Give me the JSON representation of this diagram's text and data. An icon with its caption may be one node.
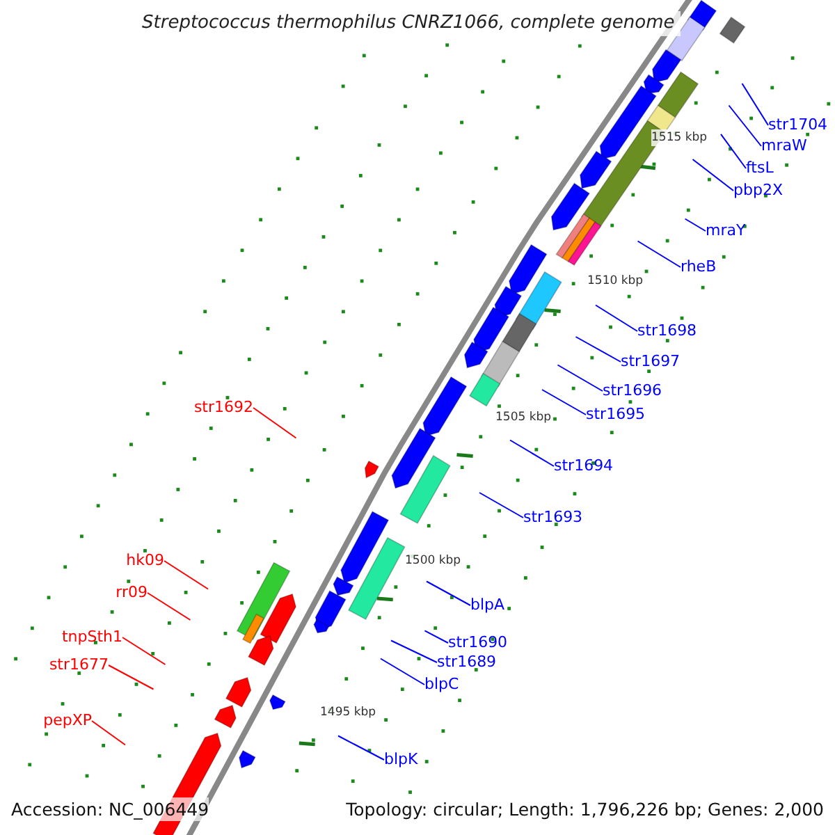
{
  "diagram": {
    "title": "Streptococcus thermophilus CNRZ1066, complete genome",
    "nodes": [
      {
        "text": [
          "str1704"
        ]
      },
      {
        "text": [
          "mraW"
        ]
      },
      {
        "text": [
          "ftsL"
        ]
      },
      {
        "text": [
          "pbp2X"
        ]
      },
      {
        "text": [
          "mraY"
        ]
      },
      {
        "text": [
          "rheB"
        ]
      },
      {
        "text": [
          "str1698"
        ]
      },
      {
        "text": [
          "str1697"
        ]
      },
      {
        "text": [
          "str1696"
        ]
      },
      {
        "text": [
          "str1692"
        ]
      },
      {
        "text": [
          "str1695"
        ]
      },
      {
        "text": [
          "str1694"
        ]
      },
      {
        "text": [
          "str1693"
        ]
      },
      {
        "text": [
          "hk09"
        ]
      },
      {
        "text": [
          "rr09"
        ]
      },
      {
        "text": [
          "blpA"
        ]
      },
      {
        "text": [
          "tnpSth1"
        ]
      },
      {
        "text": [
          "str1690"
        ]
      },
      {
        "text": [
          "str1689"
        ]
      },
      {
        "text": [
          "str1677"
        ]
      },
      {
        "text": [
          "blpC"
        ]
      },
      {
        "text": [
          "pepXP"
        ]
      },
      {
        "text": [
          "blpK"
        ]
      }
    ],
    "edges": [
      {
        "from": 0,
        "to": null,
        "arrow": "none"
      },
      {
        "from": 1,
        "to": null,
        "arrow": "none"
      },
      {
        "from": 2,
        "to": null,
        "arrow": "none"
      },
      {
        "from": 3,
        "to": null,
        "arrow": "none"
      },
      {
        "from": 4,
        "to": null,
        "arrow": "none"
      },
      {
        "from": 5,
        "to": null,
        "arrow": "none"
      },
      {
        "from": 6,
        "to": null,
        "arrow": "none"
      },
      {
        "from": 7,
        "to": null,
        "arrow": "none"
      },
      {
        "from": 8,
        "to": null,
        "arrow": "none"
      },
      {
        "from": 9,
        "to": null,
        "arrow": "none",
        "color": "#ff0000"
      },
      {
        "from": 10,
        "to": null,
        "arrow": "none"
      },
      {
        "from": 11,
        "to": null,
        "arrow": "none"
      },
      {
        "from": 12,
        "to": null,
        "arrow": "none"
      },
      {
        "from": 13,
        "to": null,
        "arrow": "none",
        "color": "#ff0000"
      },
      {
        "from": 14,
        "to": null,
        "arrow": "none",
        "color": "#ff0000"
      },
      {
        "from": 15,
        "to": null,
        "arrow": "none"
      },
      {
        "from": 16,
        "to": null,
        "arrow": "none",
        "color": "#ff0000"
      },
      {
        "from": 17,
        "to": null,
        "arrow": "none"
      },
      {
        "from": 18,
        "to": null,
        "arrow": "none"
      },
      {
        "from": 19,
        "to": null,
        "arrow": "none",
        "color": "#ff0000"
      },
      {
        "from": 20,
        "to": null,
        "arrow": "none"
      },
      {
        "from": 21,
        "to": null,
        "arrow": "none",
        "color": "#ff0000"
      },
      {
        "from": 22,
        "to": null,
        "arrow": "none"
      }
    ],
    "labels": [
      "1515 kbp",
      "1510 kbp",
      "1505 kbp",
      "1500 kbp",
      "1495 kbp",
      "Accession: NC_006449",
      "Topology: circular; Length: 1,796,226 bp; Genes: 2,000"
    ]
  }
}
